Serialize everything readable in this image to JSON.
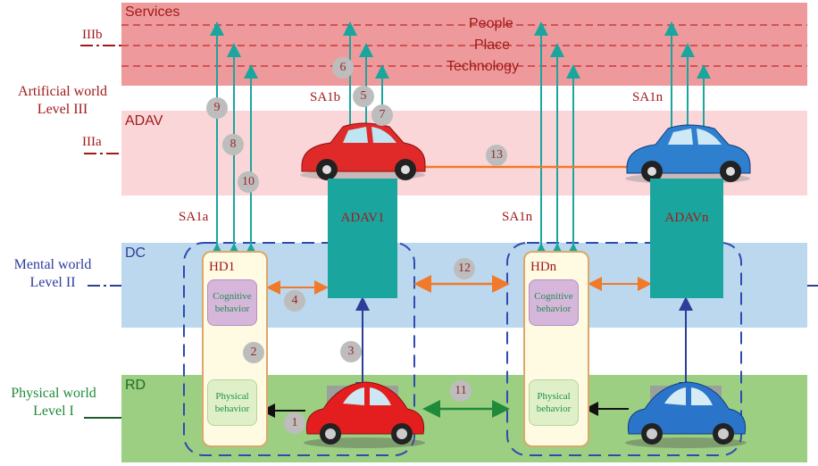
{
  "bands": {
    "services": "Services",
    "adav": "ADAV",
    "dc": "DC",
    "rd": "RD"
  },
  "services_items": [
    "People",
    "Place",
    "Technology"
  ],
  "levels": {
    "artificial": [
      "Artificial world",
      "Level III"
    ],
    "mental": [
      "Mental world",
      "Level II"
    ],
    "physical": [
      "Physical world",
      "Level I"
    ],
    "iiib": "IIIb",
    "iiia": "IIIa"
  },
  "sa_labels": {
    "sa1a": "SA1a",
    "sa1b": "SA1b",
    "sa1n_top": "SA1n",
    "sa1n_left": "SA1n"
  },
  "boxes": {
    "adav1": "ADAV1",
    "adavn": "ADAVn",
    "hd1": "HD1",
    "hdn": "HDn"
  },
  "behaviors": {
    "cognitive": "Cognitive behavior",
    "physical": "Physical behavior"
  },
  "numbers": [
    "1",
    "2",
    "3",
    "4",
    "5",
    "6",
    "7",
    "8",
    "9",
    "10",
    "11",
    "12",
    "13"
  ],
  "colors": {
    "services_band": "#ee9a9c",
    "adav_band": "#fbd6d8",
    "dc_band": "#bcd8ee",
    "rd_band": "#9ccf82",
    "teal": "#1aa69e",
    "orange": "#f07a2a",
    "dark_red": "#a11a1a",
    "navy": "#2d3d9a",
    "green": "#1f8a3a"
  }
}
